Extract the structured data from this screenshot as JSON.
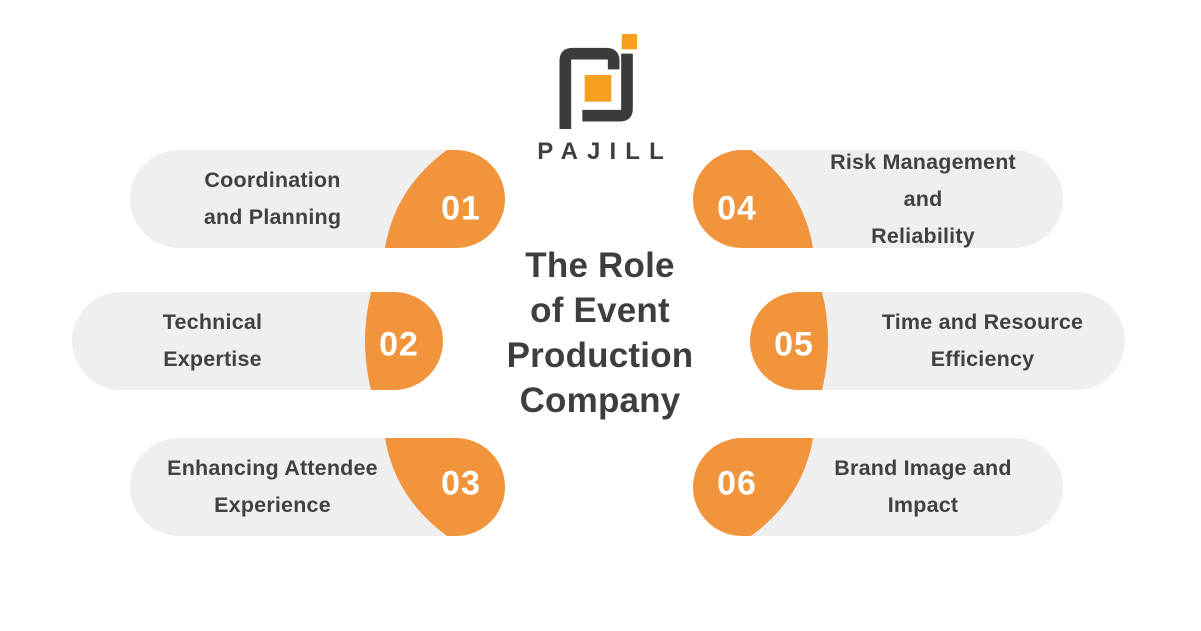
{
  "brand": {
    "name": "PAJILL"
  },
  "title": {
    "lines": [
      "The Role",
      "of Event",
      "Production",
      "Company"
    ]
  },
  "items": [
    {
      "number": "01",
      "line1": "Coordination",
      "line2": "and Planning"
    },
    {
      "number": "02",
      "line1": "Technical",
      "line2": "Expertise"
    },
    {
      "number": "03",
      "line1": "Enhancing Attendee",
      "line2": "Experience"
    },
    {
      "number": "04",
      "line1": "Risk Management and",
      "line2": "Reliability"
    },
    {
      "number": "05",
      "line1": "Time and Resource",
      "line2": "Efficiency"
    },
    {
      "number": "06",
      "line1": "Brand Image and",
      "line2": "Impact"
    }
  ],
  "colors": {
    "accent": "#F2943B",
    "accent_logo": "#F5A01E",
    "pill_bg": "#EFEFEF",
    "text_dark": "#3E3E3E",
    "number_text": "#FFFFFF",
    "background": "#FFFFFF"
  }
}
